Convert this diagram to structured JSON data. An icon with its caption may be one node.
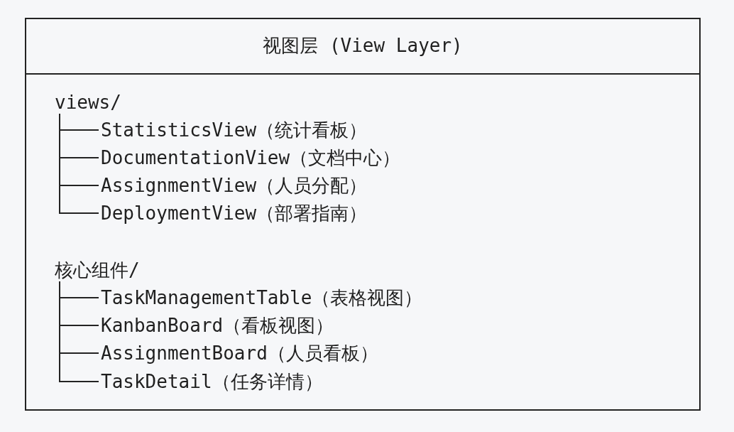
{
  "diagram": {
    "nodes": [
      {
        "text": [
          "视图层 (View Layer)"
        ]
      },
      {
        "text": [
          "views/"
        ],
        "in": 0
      },
      {
        "text": [
          "StatisticsView（统计看板）"
        ],
        "in": 0
      },
      {
        "text": [
          "DocumentationView（文档中心）"
        ],
        "in": 0
      },
      {
        "text": [
          "AssignmentView（人员分配）"
        ],
        "in": 0
      },
      {
        "text": [
          "DeploymentView（部署指南）"
        ],
        "in": 0
      },
      {
        "text": [
          "核心组件/"
        ],
        "in": 0
      },
      {
        "text": [
          "TaskManagementTable（表格视图）"
        ],
        "in": 0
      },
      {
        "text": [
          "KanbanBoard（看板视图）"
        ],
        "in": 0
      },
      {
        "text": [
          "AssignmentBoard（人员看板）"
        ],
        "in": 0
      },
      {
        "text": [
          "TaskDetail（任务详情）"
        ],
        "in": 0
      }
    ],
    "edges": [
      {
        "from": 1,
        "to": 2,
        "arrow": "none"
      },
      {
        "from": 1,
        "to": 3,
        "arrow": "none"
      },
      {
        "from": 1,
        "to": 4,
        "arrow": "none"
      },
      {
        "from": 1,
        "to": 5,
        "arrow": "none"
      },
      {
        "from": 6,
        "to": 7,
        "arrow": "none"
      },
      {
        "from": 6,
        "to": 8,
        "arrow": "none"
      },
      {
        "from": 6,
        "to": 9,
        "arrow": "none"
      },
      {
        "from": 6,
        "to": 10,
        "arrow": "none"
      }
    ]
  }
}
